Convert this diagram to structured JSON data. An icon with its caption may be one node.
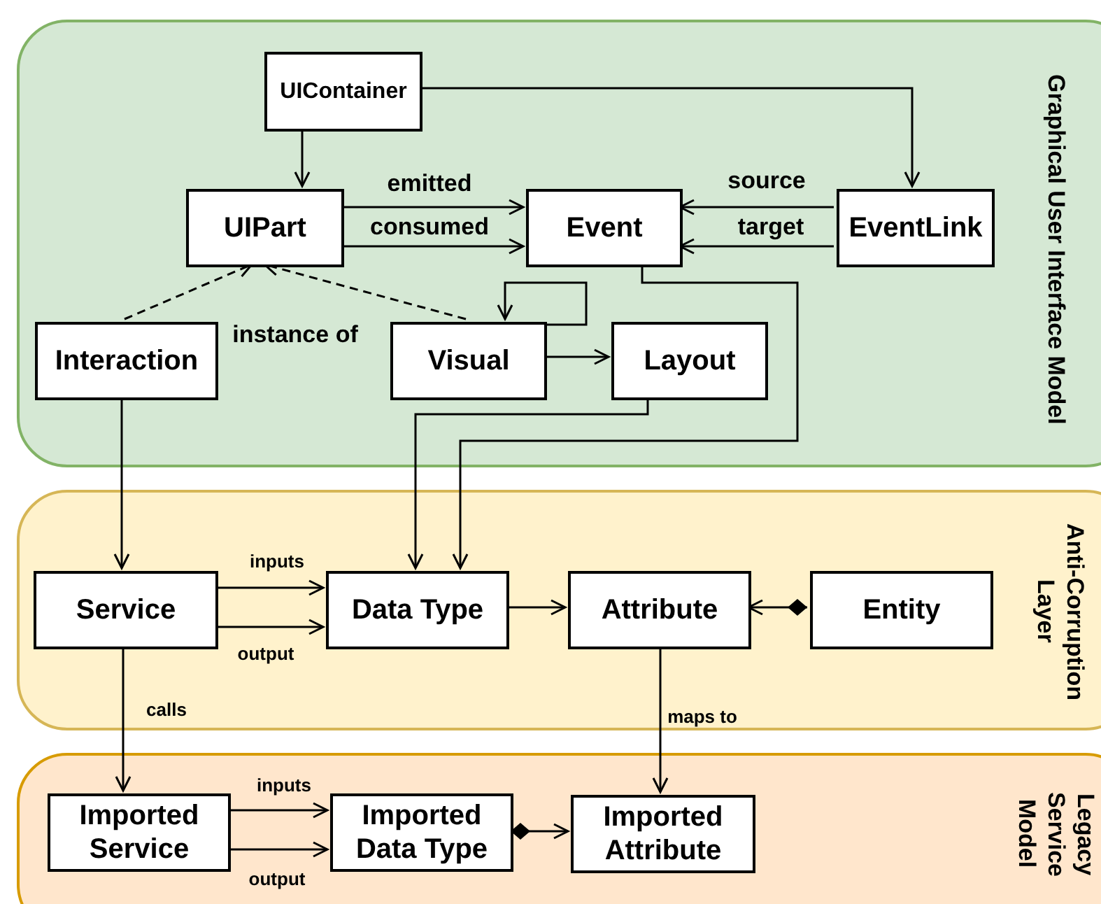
{
  "diagram": {
    "nodes": [
      {
        "text": [
          "Graphical User Interface Model"
        ]
      },
      {
        "text": [
          "UIContainer"
        ],
        "in": 0
      },
      {
        "text": [
          "UIPart"
        ],
        "in": 0
      },
      {
        "text": [
          "Event"
        ],
        "in": 0
      },
      {
        "text": [
          "EventLink"
        ],
        "in": 0
      },
      {
        "text": [
          "Interaction"
        ],
        "in": 0
      },
      {
        "text": [
          "Visual"
        ],
        "in": 0
      },
      {
        "text": [
          "Layout"
        ],
        "in": 0
      },
      {
        "text": [
          "Anti-Corruption Layer"
        ]
      },
      {
        "text": [
          "Service"
        ],
        "in": 8
      },
      {
        "text": [
          "Data Type"
        ],
        "in": 8
      },
      {
        "text": [
          "Attribute"
        ],
        "in": 8
      },
      {
        "text": [
          "Entity"
        ],
        "in": 8
      },
      {
        "text": [
          "Legacy Service Model"
        ]
      },
      {
        "text": [
          "Imported Service"
        ],
        "in": 13
      },
      {
        "text": [
          "Imported Data Type"
        ],
        "in": 13
      },
      {
        "text": [
          "Imported Attribute"
        ],
        "in": 13
      }
    ],
    "edges": [
      {
        "from": 1,
        "to": 2,
        "arrow": "to"
      },
      {
        "from": 1,
        "to": 4,
        "arrow": "to"
      },
      {
        "from": 2,
        "to": 3,
        "arrow": "to",
        "label": "emitted"
      },
      {
        "from": 2,
        "to": 3,
        "arrow": "to",
        "label": "consumed"
      },
      {
        "from": 4,
        "to": 3,
        "arrow": "to",
        "label": "source"
      },
      {
        "from": 4,
        "to": 3,
        "arrow": "to",
        "label": "target"
      },
      {
        "from": 5,
        "to": 2,
        "arrow": "to",
        "style": "dashed"
      },
      {
        "from": 6,
        "to": 2,
        "arrow": "to",
        "style": "dashed"
      },
      {
        "from": 6,
        "to": 6,
        "arrow": "to"
      },
      {
        "from": 6,
        "to": 7,
        "arrow": "to"
      },
      {
        "from": 7,
        "to": 10,
        "arrow": "to"
      },
      {
        "from": 3,
        "to": 10,
        "arrow": "to"
      },
      {
        "from": 5,
        "to": 9,
        "arrow": "to"
      },
      {
        "from": 9,
        "to": 10,
        "arrow": "to",
        "label": "inputs"
      },
      {
        "from": 9,
        "to": 10,
        "arrow": "to",
        "label": "output"
      },
      {
        "from": 10,
        "to": 11,
        "arrow": "to"
      },
      {
        "from": 12,
        "to": 11,
        "arrow": "to"
      },
      {
        "from": 11,
        "to": 16,
        "arrow": "to",
        "label": "maps to"
      },
      {
        "from": 9,
        "to": 14,
        "arrow": "to",
        "label": "calls"
      },
      {
        "from": 14,
        "to": 15,
        "arrow": "to",
        "label": "inputs"
      },
      {
        "from": 14,
        "to": 15,
        "arrow": "to",
        "label": "output"
      },
      {
        "from": 15,
        "to": 16,
        "arrow": "to"
      }
    ],
    "labels": [
      "instance of"
    ]
  }
}
